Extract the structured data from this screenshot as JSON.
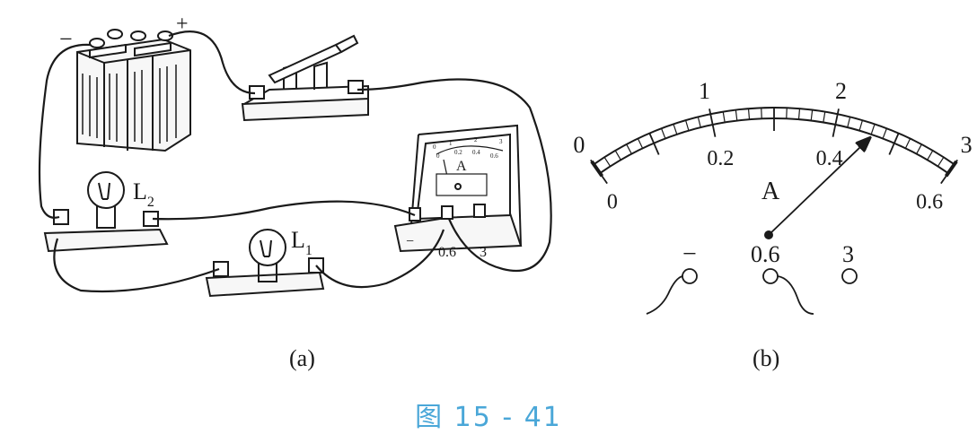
{
  "panel_a": {
    "label": "(a)",
    "battery": {
      "minus": "−",
      "plus": "+"
    },
    "bulb1": {
      "base": "L",
      "sub": "1"
    },
    "bulb2": {
      "base": "L",
      "sub": "2"
    },
    "meter": {
      "symbol": "A",
      "scale_top": [
        "0",
        "1",
        "2",
        "3"
      ],
      "scale_bottom": [
        "0",
        "0.2",
        "0.4",
        "0.6"
      ],
      "terminals": [
        "−",
        "0.6",
        "3"
      ]
    }
  },
  "panel_b": {
    "label": "(b)",
    "symbol": "A",
    "upper_scale": [
      "0",
      "1",
      "2",
      "3"
    ],
    "lower_scale": [
      "0",
      "0.2",
      "0.4",
      "0.6"
    ],
    "terminals": [
      "−",
      "0.6",
      "3"
    ],
    "pointer_reading_lower": 0.46
  },
  "caption": "图 15 - 41",
  "colors": {
    "caption": "#4aa7d8",
    "ink": "#1a1a1a"
  }
}
